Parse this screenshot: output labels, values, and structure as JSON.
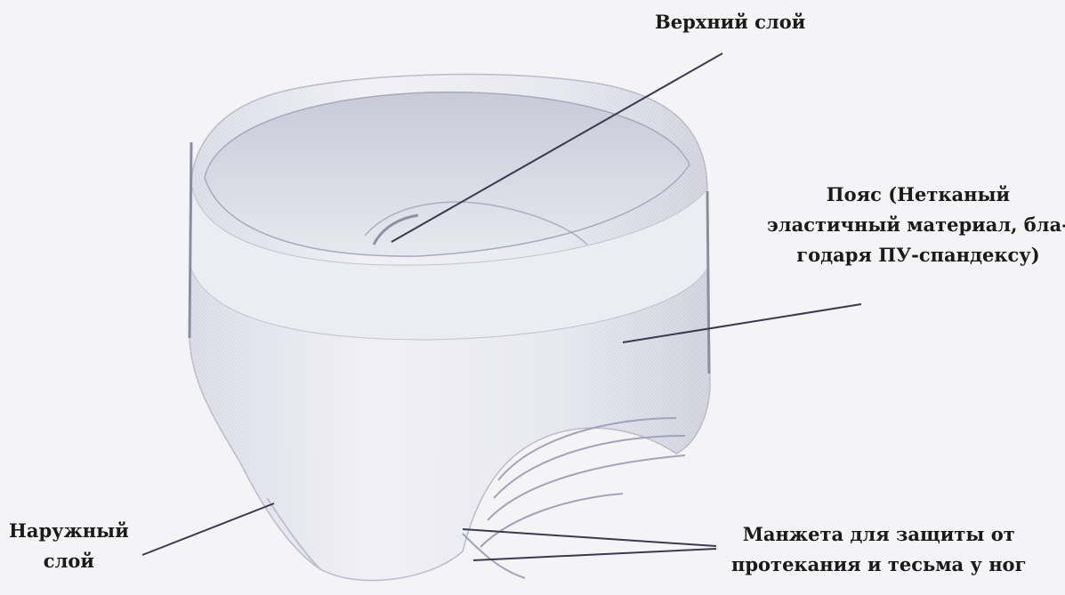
{
  "labels": {
    "top_layer": [
      "Верхний слой"
    ],
    "belt": [
      "Пояс (Нетканый",
      "эластичный материал, бла-",
      "годаря ПУ-спандексу)"
    ],
    "outer_layer": [
      "Наружный",
      "слой"
    ],
    "cuff": [
      "Манжета для защиты от",
      "протекания и тесьма у ног"
    ]
  }
}
